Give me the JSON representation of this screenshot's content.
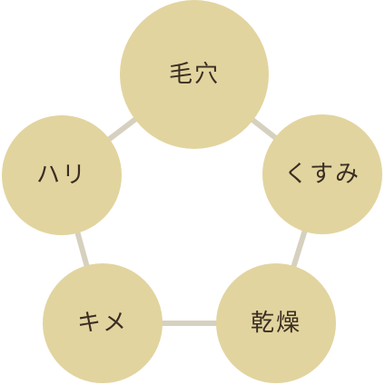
{
  "colors": {
    "node_fill": "#e2d49f",
    "connector": "#d6d1bf",
    "label_text": "#3a2e22",
    "background": "#ffffff"
  },
  "nodes": [
    {
      "id": "pores",
      "label": "毛穴"
    },
    {
      "id": "dullness",
      "label": "くすみ"
    },
    {
      "id": "dryness",
      "label": "乾燥"
    },
    {
      "id": "texture",
      "label": "キメ"
    },
    {
      "id": "firmness",
      "label": "ハリ"
    }
  ]
}
